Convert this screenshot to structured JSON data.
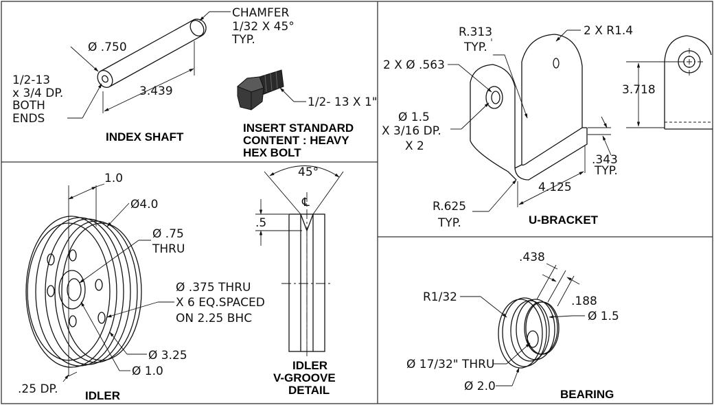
{
  "index_shaft": {
    "title": "INDEX SHAFT",
    "dia": "Ø .750",
    "chamfer": [
      "CHAMFER",
      "1/32 X 45°",
      "TYP."
    ],
    "tap": [
      "1/2-13",
      "x 3/4 DP.",
      "BOTH",
      "ENDS"
    ],
    "length": "3.439"
  },
  "bolt": {
    "size": "1/2- 13 X 1\"",
    "title": [
      "INSERT STANDARD",
      "CONTENT : HEAVY",
      "HEX BOLT"
    ]
  },
  "idler": {
    "title": "IDLER",
    "width": "1.0",
    "od": "Ø4.0",
    "bore": [
      "Ø .75",
      "THRU"
    ],
    "holes": [
      "Ø .375 THRU",
      "X 6 EQ.SPACED",
      "ON 2.25 BHC"
    ],
    "hub": "Ø 3.25",
    "cb": "Ø 1.0",
    "depth": ".25 DP."
  },
  "vgroove": {
    "title": [
      "IDLER",
      "V-GROOVE",
      "DETAIL"
    ],
    "angle": "45°",
    "depth": ".5",
    "centerline": "℄"
  },
  "u_bracket": {
    "title": "U-BRACKET",
    "r313": [
      "R.313",
      "TYP."
    ],
    "r14": "2 X R1.4",
    "holes": "2 X Ø .563",
    "cb": [
      "Ø 1.5",
      "X 3/16 DP.",
      "X 2"
    ],
    "height": "3.718",
    "thick": [
      ".343",
      "TYP."
    ],
    "r625": [
      "R.625",
      "TYP."
    ],
    "width": "4.125"
  },
  "bearing": {
    "title": "BEARING",
    "w1": ".438",
    "w2": ".188",
    "r": "R1/32",
    "od1": "Ø 1.5",
    "bore": "Ø 17/32\" THRU",
    "od2": "Ø 2.0"
  }
}
